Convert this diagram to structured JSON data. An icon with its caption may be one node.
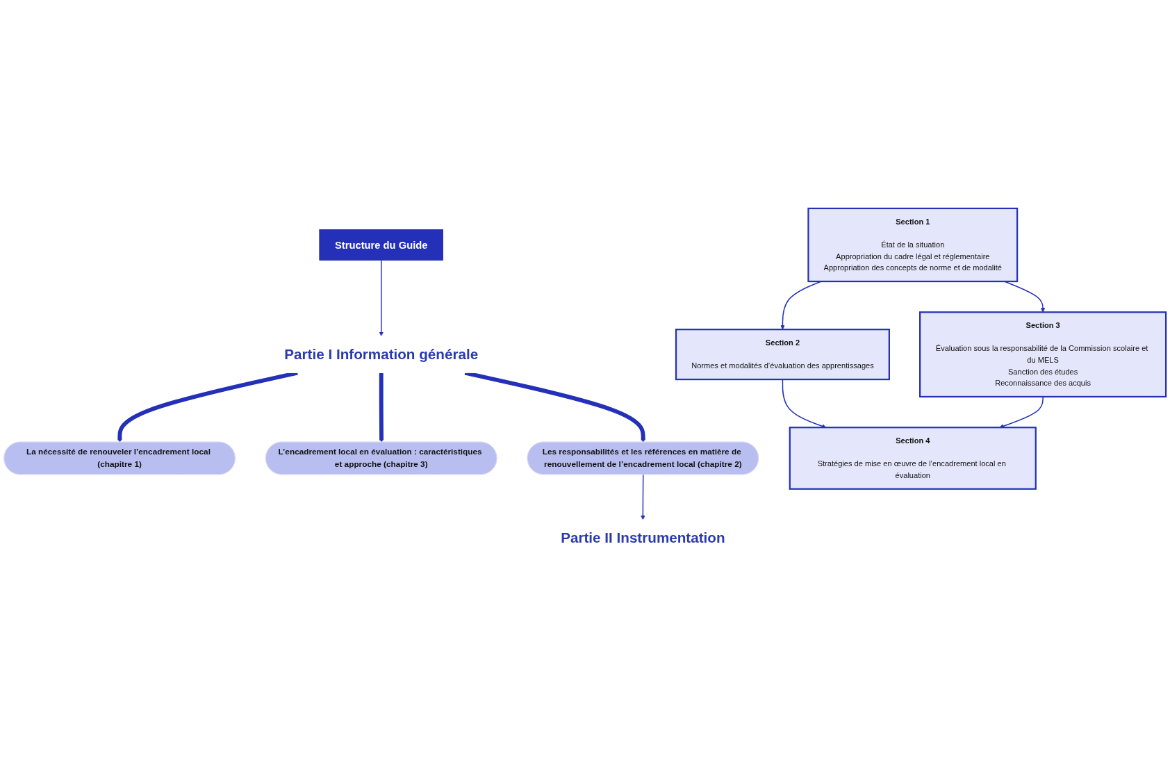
{
  "diagram": {
    "nodes": [
      {
        "text": [
          "Structure du Guide"
        ]
      },
      {
        "text": [
          "Partie I Information générale"
        ]
      },
      {
        "text": [
          "La nécessité de renouveler l’encadrement local (chapitre 1)"
        ]
      },
      {
        "text": [
          "L’encadrement local en évaluation : caractéristiques et approche (chapitre 3)"
        ]
      },
      {
        "text": [
          "Les responsabilités et les références en matière de renouvellement de l’encadrement local (chapitre 2)"
        ]
      },
      {
        "text": [
          "Partie II Instrumentation"
        ]
      },
      {
        "text": [
          "Section 2",
          "Normes et modalités d’évaluation des apprentissages"
        ]
      },
      {
        "text": [
          "Section 1",
          "État de la situation",
          "Appropriation du cadre légal et réglementaire",
          "Appropriation des concepts de norme et de modalité"
        ]
      },
      {
        "text": [
          "Section 3",
          "Évaluation sous la responsabilité de la Commission scolaire et du MELS",
          "Sanction des études",
          "Reconnaissance des acquis"
        ]
      },
      {
        "text": [
          "Section 4",
          "Stratégies de mise en œuvre de l’encadrement local en évaluation"
        ]
      }
    ],
    "edges": [
      {
        "from": 0,
        "to": 1,
        "arrow": "to"
      },
      {
        "from": 1,
        "to": 2,
        "arrow": "to",
        "style": "thick"
      },
      {
        "from": 1,
        "to": 3,
        "arrow": "to",
        "style": "thick"
      },
      {
        "from": 1,
        "to": 4,
        "arrow": "to",
        "style": "thick"
      },
      {
        "from": 4,
        "to": 5,
        "arrow": "to"
      },
      {
        "from": 7,
        "to": 6,
        "arrow": "to"
      },
      {
        "from": 7,
        "to": 8,
        "arrow": "to"
      },
      {
        "from": 6,
        "to": 9,
        "arrow": "to"
      },
      {
        "from": 8,
        "to": 9,
        "arrow": "to"
      }
    ]
  }
}
